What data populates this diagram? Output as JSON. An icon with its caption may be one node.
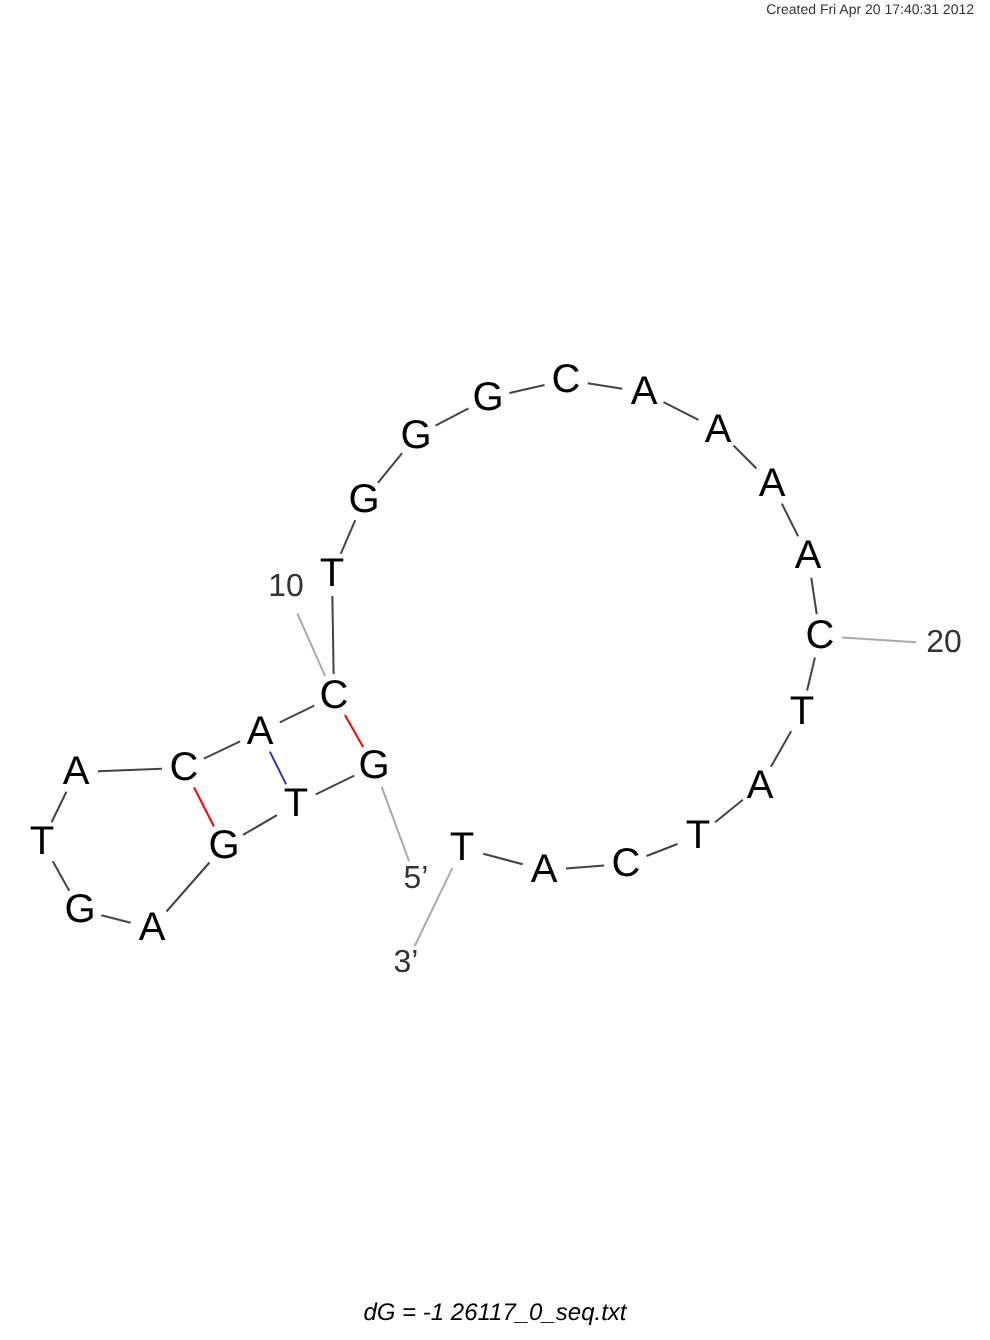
{
  "diagram": {
    "caption": "dG = -1 26117_0_seq.txt",
    "nodes": [
      {
        "text": [
          "G"
        ]
      },
      {
        "text": [
          "T"
        ]
      },
      {
        "text": [
          "G"
        ]
      },
      {
        "text": [
          "A"
        ]
      },
      {
        "text": [
          "G"
        ]
      },
      {
        "text": [
          "T"
        ]
      },
      {
        "text": [
          "A"
        ]
      },
      {
        "text": [
          "C"
        ]
      },
      {
        "text": [
          "A"
        ]
      },
      {
        "text": [
          "C"
        ]
      },
      {
        "text": [
          "T"
        ]
      },
      {
        "text": [
          "G"
        ]
      },
      {
        "text": [
          "G"
        ]
      },
      {
        "text": [
          "G"
        ]
      },
      {
        "text": [
          "C"
        ]
      },
      {
        "text": [
          "A"
        ]
      },
      {
        "text": [
          "A"
        ]
      },
      {
        "text": [
          "A"
        ]
      },
      {
        "text": [
          "A"
        ]
      },
      {
        "text": [
          "C"
        ]
      },
      {
        "text": [
          "T"
        ]
      },
      {
        "text": [
          "A"
        ]
      },
      {
        "text": [
          "T"
        ]
      },
      {
        "text": [
          "C"
        ]
      },
      {
        "text": [
          "A"
        ]
      },
      {
        "text": [
          "T"
        ]
      },
      {
        "text": [
          "10"
        ]
      },
      {
        "text": [
          "20"
        ]
      },
      {
        "text": [
          "5’"
        ]
      },
      {
        "text": [
          "3’"
        ]
      }
    ],
    "edges": [
      {
        "from": 0,
        "to": 1,
        "arrow": "none"
      },
      {
        "from": 1,
        "to": 2,
        "arrow": "none"
      },
      {
        "from": 2,
        "to": 3,
        "arrow": "none"
      },
      {
        "from": 3,
        "to": 4,
        "arrow": "none"
      },
      {
        "from": 4,
        "to": 5,
        "arrow": "none"
      },
      {
        "from": 5,
        "to": 6,
        "arrow": "none"
      },
      {
        "from": 6,
        "to": 7,
        "arrow": "none"
      },
      {
        "from": 7,
        "to": 8,
        "arrow": "none"
      },
      {
        "from": 8,
        "to": 9,
        "arrow": "none"
      },
      {
        "from": 9,
        "to": 10,
        "arrow": "none"
      },
      {
        "from": 10,
        "to": 11,
        "arrow": "none"
      },
      {
        "from": 11,
        "to": 12,
        "arrow": "none"
      },
      {
        "from": 12,
        "to": 13,
        "arrow": "none"
      },
      {
        "from": 13,
        "to": 14,
        "arrow": "none"
      },
      {
        "from": 14,
        "to": 15,
        "arrow": "none"
      },
      {
        "from": 15,
        "to": 16,
        "arrow": "none"
      },
      {
        "from": 16,
        "to": 17,
        "arrow": "none"
      },
      {
        "from": 17,
        "to": 18,
        "arrow": "none"
      },
      {
        "from": 18,
        "to": 19,
        "arrow": "none"
      },
      {
        "from": 19,
        "to": 20,
        "arrow": "none"
      },
      {
        "from": 20,
        "to": 21,
        "arrow": "none"
      },
      {
        "from": 21,
        "to": 22,
        "arrow": "none"
      },
      {
        "from": 22,
        "to": 23,
        "arrow": "none"
      },
      {
        "from": 23,
        "to": 24,
        "arrow": "none"
      },
      {
        "from": 24,
        "to": 25,
        "arrow": "none"
      },
      {
        "from": 7,
        "to": 2,
        "arrow": "none",
        "color": "#ff0000"
      },
      {
        "from": 8,
        "to": 1,
        "arrow": "none",
        "color": "#3333aa"
      },
      {
        "from": 9,
        "to": 0,
        "arrow": "none",
        "color": "#ff0000"
      },
      {
        "from": 9,
        "to": 26,
        "arrow": "none",
        "color": "#aaaaaa"
      },
      {
        "from": 19,
        "to": 27,
        "arrow": "none",
        "color": "#aaaaaa"
      },
      {
        "from": 0,
        "to": 28,
        "arrow": "none",
        "color": "#aaaaaa"
      },
      {
        "from": 25,
        "to": 29,
        "arrow": "none",
        "color": "#aaaaaa"
      }
    ],
    "labels": [
      "Created Fri Apr 20 17:40:31 2012"
    ]
  }
}
